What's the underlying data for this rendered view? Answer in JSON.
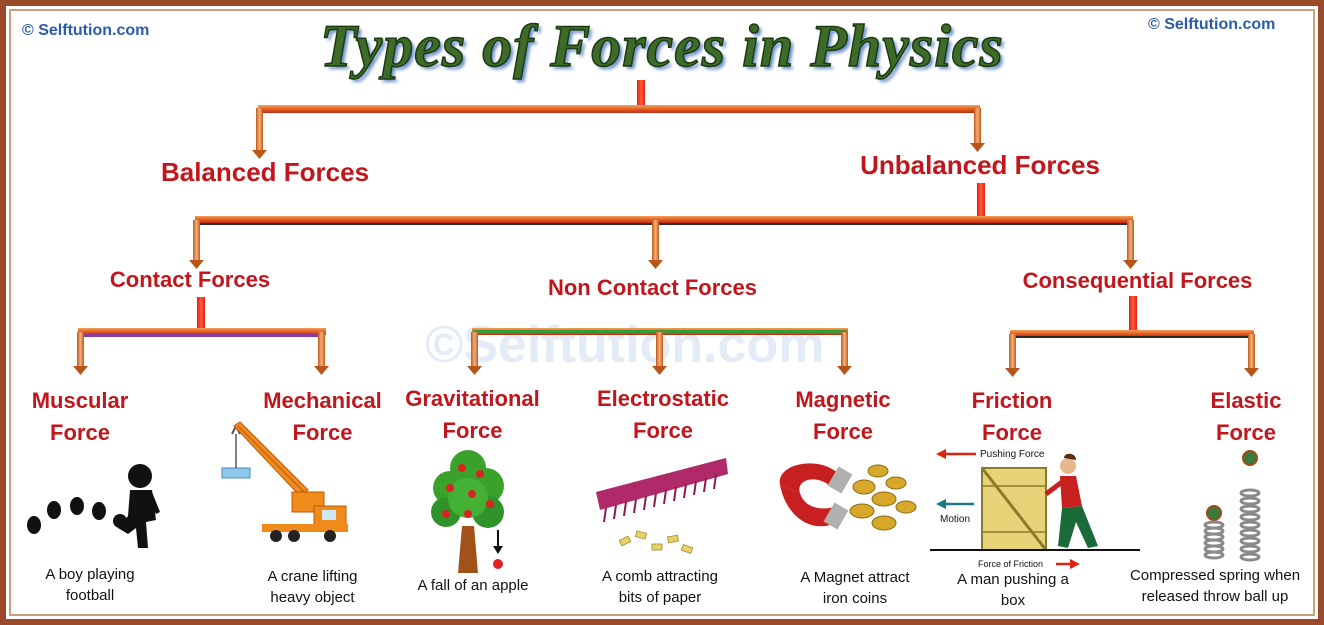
{
  "title": "Types of  Forces in Physics",
  "copyright": {
    "left": "© Selftution.com",
    "right": "© Selftution.com"
  },
  "watermark": "©Selftution.com",
  "level1": {
    "balanced": "Balanced Forces",
    "unbalanced": "Unbalanced Forces"
  },
  "level2": {
    "contact": "Contact Forces",
    "non_contact": "Non Contact Forces",
    "consequential": "Consequential Forces"
  },
  "forces": {
    "muscular": {
      "line1": "Muscular",
      "line2": "Force",
      "caption1": "A boy playing",
      "caption2": "football"
    },
    "mechanical": {
      "line1": "Mechanical",
      "line2": "Force",
      "caption1": "A crane lifting",
      "caption2": "heavy object"
    },
    "gravitational": {
      "line1": "Gravitational",
      "line2": "Force",
      "caption1": "A fall of an apple"
    },
    "electrostatic": {
      "line1": "Electrostatic",
      "line2": "Force",
      "caption1": "A comb attracting",
      "caption2": "bits of paper"
    },
    "magnetic": {
      "line1": "Magnetic",
      "line2": "Force",
      "caption1": "A Magnet attract",
      "caption2": "iron coins"
    },
    "friction": {
      "line1": "Friction",
      "line2": "Force",
      "caption1": "A man pushing a",
      "caption2": "box",
      "pushing_label": "Pushing Force",
      "motion_label": "Motion",
      "friction_label": "Force of Friction"
    },
    "elastic": {
      "line1": "Elastic",
      "line2": "Force",
      "caption1": "Compressed spring when",
      "caption2": "released throw ball up"
    }
  },
  "colors": {
    "title": "#3f6b2a",
    "label": "#c0161c",
    "connector": "#e07a2a",
    "copyright": "#2a5caa",
    "border": "#9a4a2a"
  }
}
